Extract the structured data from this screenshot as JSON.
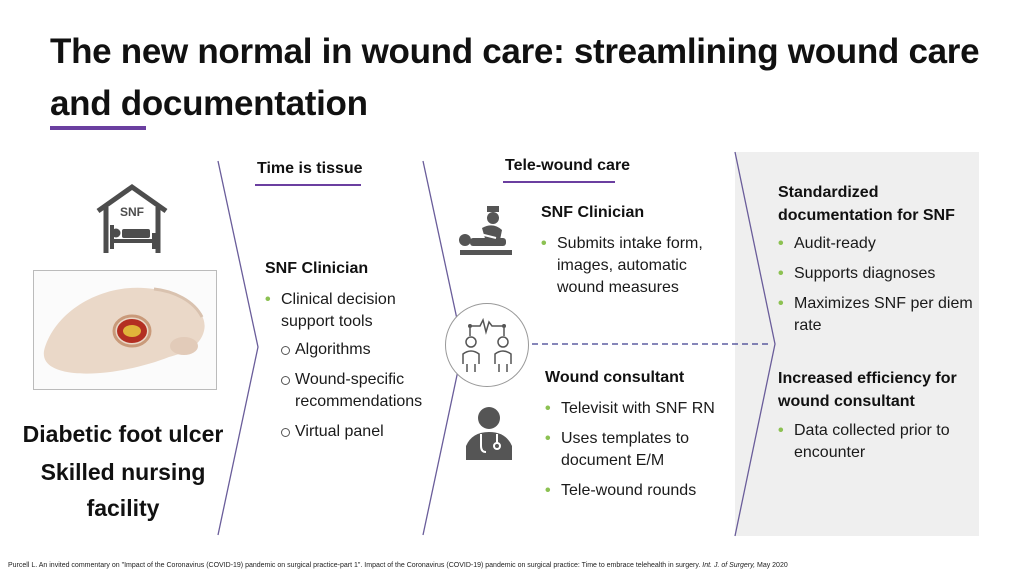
{
  "title": "The new normal in wound care: streamlining wound care and documentation",
  "left": {
    "snf_label": "SNF",
    "caption_line1": "Diabetic foot ulcer",
    "caption_line2": "Skilled nursing facility"
  },
  "col_time": {
    "header": "Time is tissue",
    "subhead": "SNF Clinician",
    "bullet": "Clinical decision support tools",
    "sub_items": [
      "Algorithms",
      "Wound-specific recommendations",
      "Virtual panel"
    ]
  },
  "col_tele": {
    "header": "Tele-wound care",
    "snf": {
      "subhead": "SNF Clinician",
      "bullets": [
        "Submits intake form, images, automatic wound measures"
      ]
    },
    "consultant": {
      "subhead": "Wound consultant",
      "bullets": [
        "Televisit with SNF RN",
        "Uses templates to document E/M",
        "Tele-wound rounds"
      ]
    }
  },
  "col_outcome": {
    "block1": {
      "subhead": "Standardized documentation for SNF",
      "bullets": [
        "Audit-ready",
        "Supports diagnoses",
        "Maximizes SNF per diem rate"
      ]
    },
    "block2": {
      "subhead": "Increased efficiency for wound consultant",
      "bullets": [
        "Data collected prior to encounter"
      ]
    }
  },
  "footnote": {
    "text": "Purcell L. An invited commentary on \"Impact of the Coronavirus (COVID-19) pandemic on surgical practice-part 1\". Impact of the Coronavirus (COVID-19) pandemic on surgical practice: Time to embrace telehealth in surgery. ",
    "ref": "Int. J. of Surgery,",
    "date": " May 2020"
  },
  "colors": {
    "accent_purple": "#6b3fa0",
    "bullet_green": "#8cc152",
    "panel_gray": "#efefef"
  },
  "icons": [
    "nursing-home-icon",
    "diabetic-foot-photo",
    "clinician-with-patient-icon",
    "video-call-icon",
    "doctor-icon"
  ]
}
